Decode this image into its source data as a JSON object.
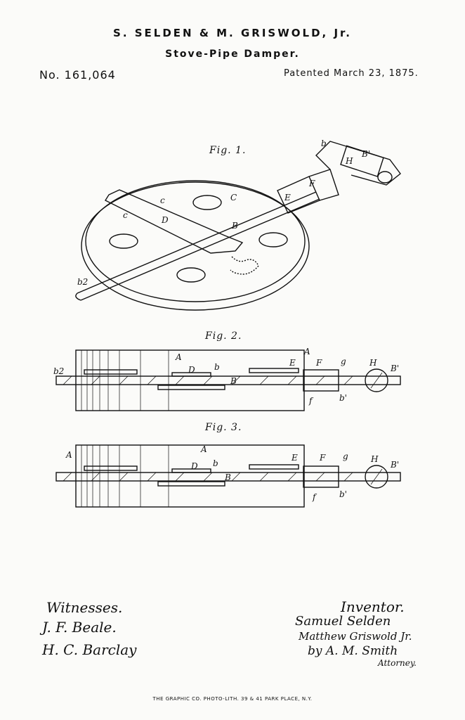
{
  "header": {
    "inventors": "S. SELDEN & M. GRISWOLD, Jr.",
    "title": "Stove-Pipe Damper.",
    "patent_number": "No. 161,064",
    "patent_date": "Patented March 23, 1875."
  },
  "figures": {
    "fig1_caption": "Fig. 1.",
    "fig2_caption": "Fig. 2.",
    "fig3_caption": "Fig. 3."
  },
  "reference_letters": {
    "fig1": [
      "b",
      "B'",
      "H",
      "C",
      "F",
      "E",
      "c",
      "D",
      "B",
      "c",
      "b2"
    ],
    "fig2": [
      "b2",
      "A",
      "D",
      "b",
      "B",
      "E",
      "A",
      "F",
      "g",
      "H",
      "B'",
      "f",
      "b'"
    ],
    "fig3": [
      "A",
      "A",
      "D",
      "b",
      "B",
      "E",
      "F",
      "g",
      "H",
      "B'",
      "f",
      "b'"
    ]
  },
  "witnesses": {
    "heading": "Witnesses.",
    "names": [
      "J. F. Beale.",
      "H. C. Barclay"
    ]
  },
  "inventor": {
    "heading": "Inventor.",
    "names": [
      "Samuel Selden",
      "Matthew Griswold Jr."
    ],
    "attorney_line": "by A. M. Smith",
    "attorney_label": "Attorney."
  },
  "footer": {
    "printer": "THE GRAPHIC CO. PHOTO-LITH. 39 & 41 PARK PLACE, N.Y."
  }
}
